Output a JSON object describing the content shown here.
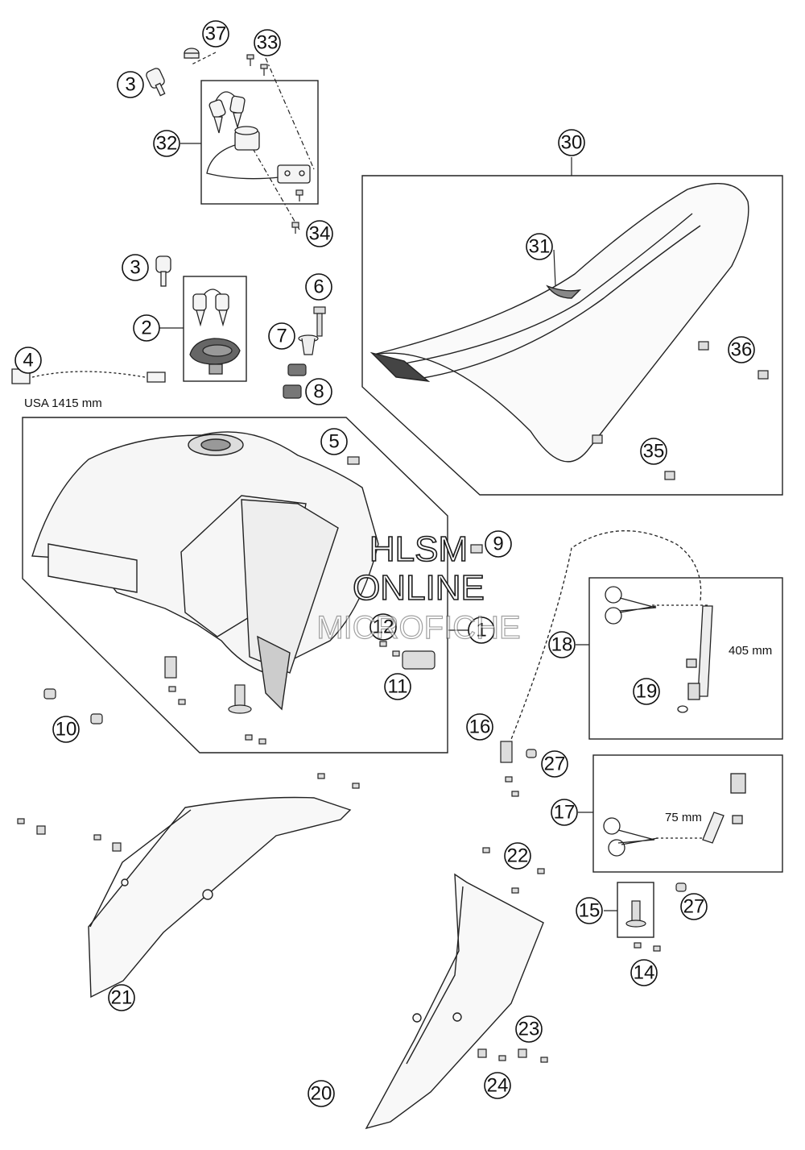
{
  "watermark": {
    "line1": "HLSM",
    "line2": "ONLINE",
    "line3": "MICROFICHE"
  },
  "dimensions": {
    "fuel_line_usa": "USA 1415 mm",
    "vent_hose_length": "405 mm",
    "breather_hose_length": "75 mm"
  },
  "callouts": [
    "1",
    "2",
    "3",
    "3",
    "4",
    "5",
    "6",
    "7",
    "8",
    "9",
    "10",
    "11",
    "12",
    "14",
    "15",
    "16",
    "17",
    "18",
    "19",
    "20",
    "21",
    "22",
    "23",
    "24",
    "27",
    "27",
    "30",
    "31",
    "32",
    "33",
    "34",
    "35",
    "36",
    "37"
  ]
}
